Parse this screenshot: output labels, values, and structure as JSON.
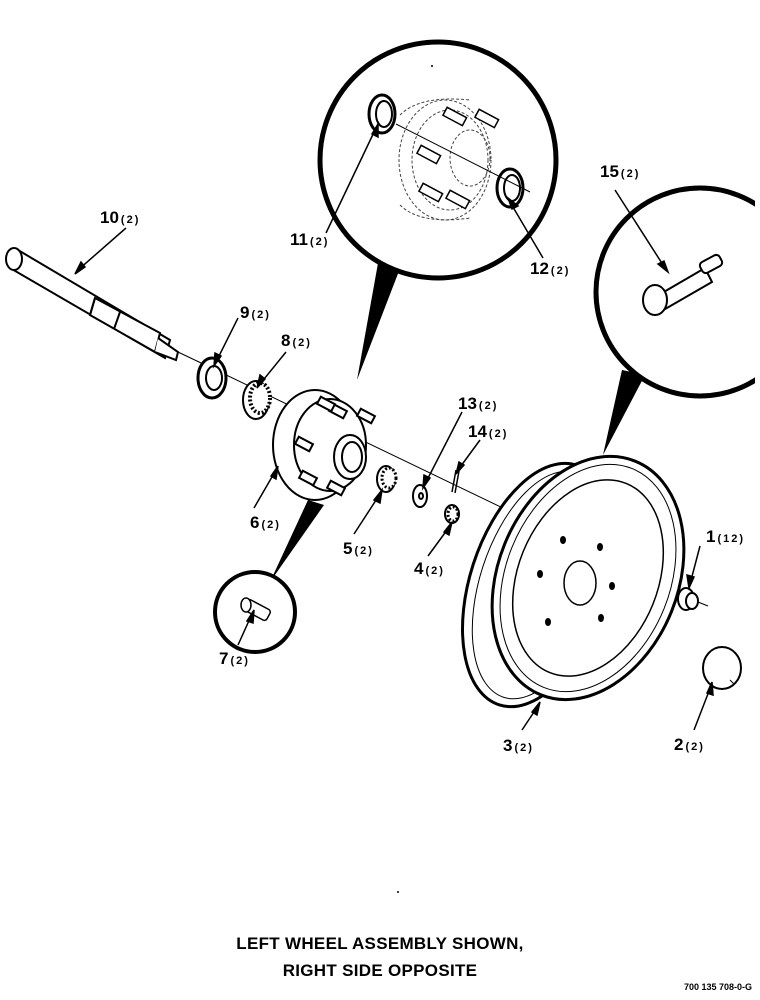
{
  "parts": [
    {
      "no": "1",
      "qty": "(12)"
    },
    {
      "no": "2",
      "qty": "(2)"
    },
    {
      "no": "3",
      "qty": "(2)"
    },
    {
      "no": "4",
      "qty": "(2)"
    },
    {
      "no": "5",
      "qty": "(2)"
    },
    {
      "no": "6",
      "qty": "(2)"
    },
    {
      "no": "7",
      "qty": "(2)"
    },
    {
      "no": "8",
      "qty": "(2)"
    },
    {
      "no": "9",
      "qty": "(2)"
    },
    {
      "no": "10",
      "qty": "(2)"
    },
    {
      "no": "11",
      "qty": "(2)"
    },
    {
      "no": "12",
      "qty": "(2)"
    },
    {
      "no": "13",
      "qty": "(2)"
    },
    {
      "no": "14",
      "qty": "(2)"
    },
    {
      "no": "15",
      "qty": "(2)"
    }
  ],
  "caption": {
    "line1": "LEFT WHEEL ASSEMBLY SHOWN,",
    "line2": "RIGHT SIDE OPPOSITE"
  },
  "figure_number": "700 135 708-0-G"
}
